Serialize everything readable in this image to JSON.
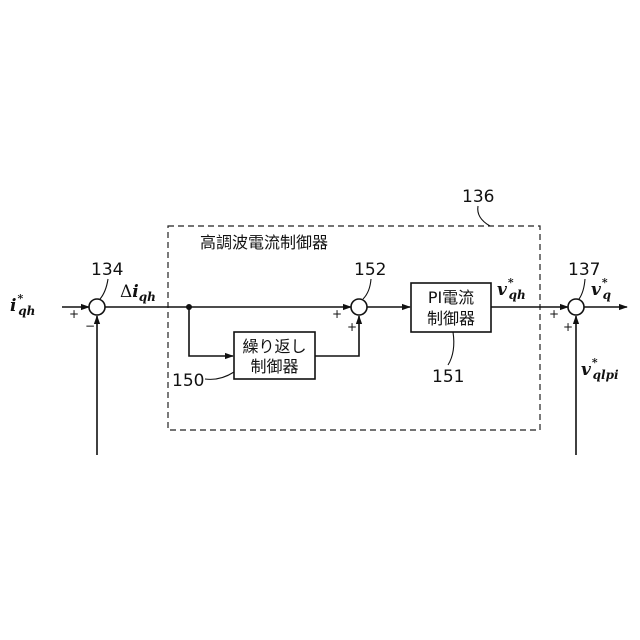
{
  "diagram": {
    "outer_block": {
      "ref": "136",
      "title": "高調波電流制御器"
    },
    "blocks": {
      "repetitive": {
        "ref": "150",
        "line1": "繰り返し",
        "line2": "制御器"
      },
      "pi": {
        "ref": "151",
        "line1": "PI電流",
        "line2": "制御器"
      }
    },
    "junctions": {
      "j1": {
        "ref": "134",
        "sign_a": "+",
        "sign_b": "−"
      },
      "j2": {
        "ref": "152",
        "sign_a": "+",
        "sign_b": "+"
      },
      "j3": {
        "ref": "137",
        "sign_a": "+",
        "sign_b": "+"
      }
    },
    "signals": {
      "input": {
        "base": "i",
        "sup": "*",
        "sub": "qh"
      },
      "error": {
        "prefix": "Δ",
        "base": "i",
        "sub": "qh"
      },
      "pi_out": {
        "base": "v",
        "sup": "*",
        "sub": "qh"
      },
      "output": {
        "base": "v",
        "sup": "*",
        "sub": "q"
      },
      "side_in": {
        "base": "v",
        "sup": "*",
        "sub": "qlpi"
      }
    },
    "colors": {
      "ink": "#111111",
      "background": "#ffffff"
    }
  }
}
